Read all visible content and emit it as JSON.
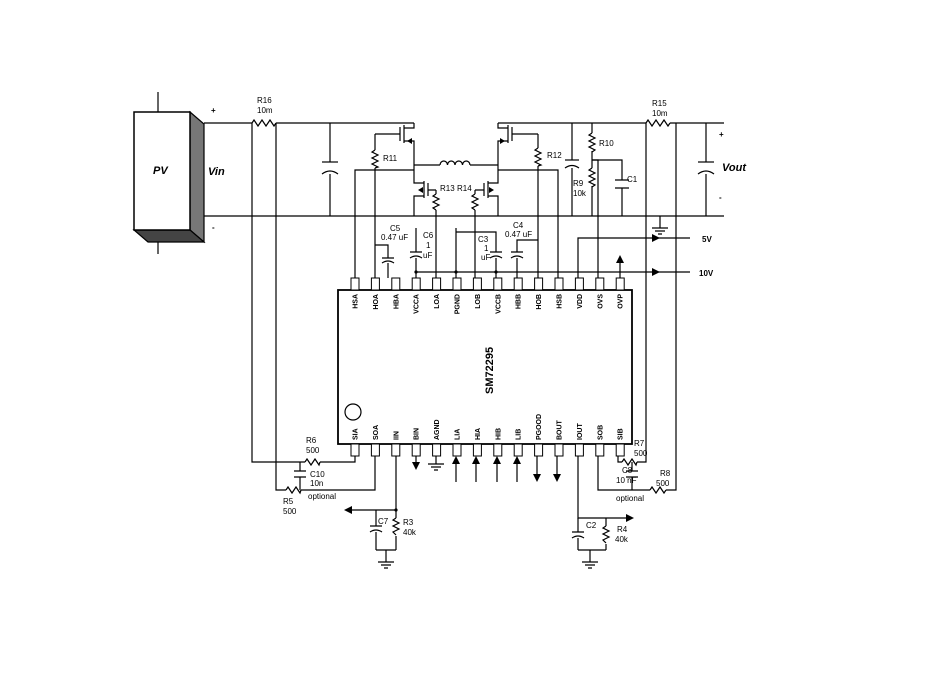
{
  "panel": {
    "label": "PV",
    "vin": "Vin",
    "plus": "+",
    "minus": "-"
  },
  "output": {
    "vout": "Vout",
    "plus": "+",
    "minus": "-"
  },
  "supplies": {
    "v5": "5V",
    "v10": "10V"
  },
  "chip": {
    "name": "SM72295"
  },
  "top_pins": [
    "HSA",
    "HOA",
    "HBA",
    "VCCA",
    "LOA",
    "PGND",
    "LOB",
    "VCCB",
    "HBB",
    "HOB",
    "HSB",
    "VDD",
    "OVS",
    "OVP"
  ],
  "bottom_pins": [
    "SIA",
    "SOA",
    "IIN",
    "BIN",
    "AGND",
    "LIA",
    "HIA",
    "HIB",
    "LIB",
    "PGOOD",
    "BOUT",
    "IOUT",
    "SOB",
    "SIB"
  ],
  "parts": {
    "r16": "R16",
    "r16v": "10m",
    "r15": "R15",
    "r15v": "10m",
    "r11": "R11",
    "r12": "R12",
    "r13": "R13",
    "r14": "R14",
    "r10": "R10",
    "r9": "R9",
    "r9v": "10k",
    "c1": "C1",
    "c5": "C5",
    "c5v": "0.47 uF",
    "c6": "C6",
    "c6v": "1",
    "c6u": "uF",
    "c3": "C3",
    "c3v": "1",
    "c3u": "uF",
    "c4": "C4",
    "c4v": "0.47 uF",
    "r6": "R6",
    "r6v": "500",
    "c10": "C10",
    "c10v": "10n",
    "r5": "R5",
    "r5v": "500",
    "opt1": "optional",
    "c7": "C7",
    "r3": "R3",
    "r3v": "40k",
    "c2": "C2",
    "r4": "R4",
    "r4v": "40k",
    "r7": "R7",
    "r7v": "500",
    "c8": "C8",
    "c8v": "10 nF",
    "r8": "R8",
    "r8v": "500",
    "opt2": "optional"
  }
}
